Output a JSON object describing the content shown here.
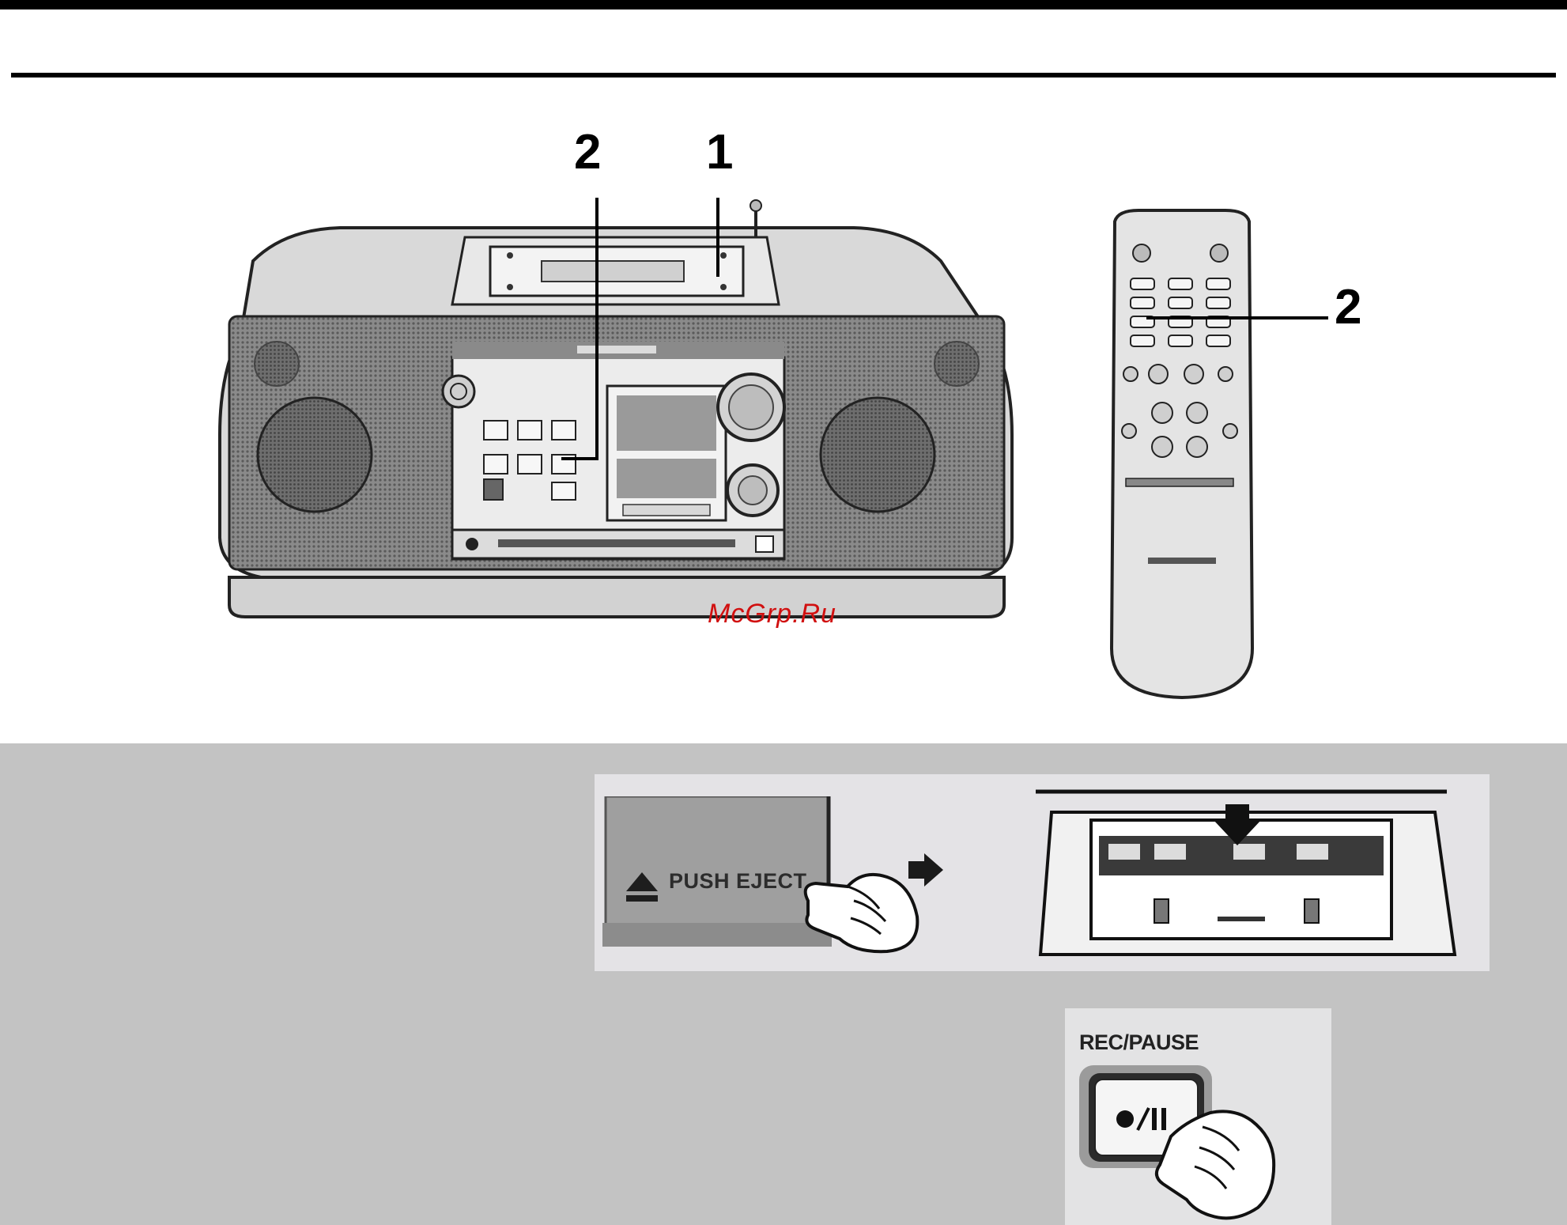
{
  "callouts": {
    "stereo_left": "2",
    "stereo_right": "1",
    "remote": "2"
  },
  "watermark": "McGrp.Ru",
  "eject_panel": {
    "label": "PUSH  EJECT"
  },
  "rec_panel": {
    "label": "REC/PAUSE"
  },
  "colors": {
    "gray_band": "#c3c3c3",
    "inset_bg": "#e4e3e6",
    "watermark": "#d11010"
  }
}
